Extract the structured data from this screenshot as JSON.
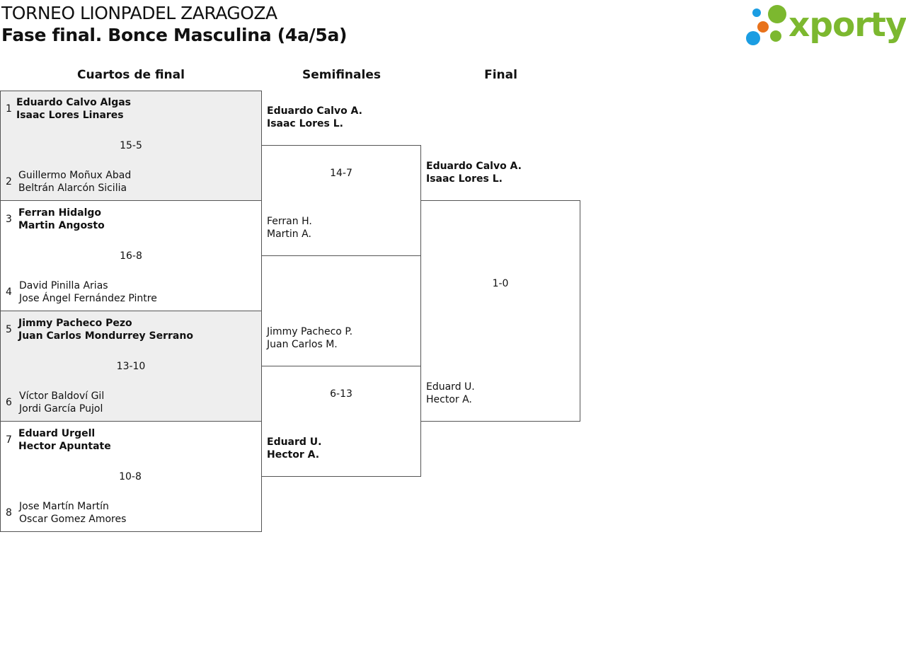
{
  "header": {
    "title": "TORNEO LIONPADEL ZARAGOZA",
    "subtitle": "Fase final. Bonce Masculina (4a/5a)"
  },
  "logo": {
    "text": "xporty",
    "colors": {
      "text": "#7cb82f",
      "dot_green": "#7cb82f",
      "dot_blue": "#1b9de2",
      "dot_orange": "#e8721c"
    }
  },
  "rounds": {
    "quarterfinals": "Cuartos de final",
    "semifinals": "Semifinales",
    "final": "Final"
  },
  "quarterfinals": [
    {
      "score": "15-5",
      "top": {
        "seed": "1",
        "players": [
          "Eduardo Calvo Algas",
          "Isaac Lores Linares"
        ]
      },
      "bottom": {
        "seed": "2",
        "players": [
          "Guillermo Moñux Abad",
          "Beltrán Alarcón Sicilia"
        ]
      }
    },
    {
      "score": "16-8",
      "top": {
        "seed": "3",
        "players": [
          "Ferran Hidalgo",
          "Martin Angosto"
        ]
      },
      "bottom": {
        "seed": "4",
        "players": [
          "David Pinilla Arias",
          "Jose Ángel Fernández Pintre"
        ]
      }
    },
    {
      "score": "13-10",
      "top": {
        "seed": "5",
        "players": [
          "Jimmy Pacheco Pezo",
          "Juan Carlos Mondurrey Serrano"
        ]
      },
      "bottom": {
        "seed": "6",
        "players": [
          "Víctor Baldoví Gil",
          "Jordi García Pujol"
        ]
      }
    },
    {
      "score": "10-8",
      "top": {
        "seed": "7",
        "players": [
          "Eduard Urgell",
          "Hector Apuntate"
        ]
      },
      "bottom": {
        "seed": "8",
        "players": [
          "Jose Martín Martín",
          "Oscar Gomez Amores"
        ]
      }
    }
  ],
  "semifinals": [
    {
      "score": "14-7",
      "top": {
        "players": [
          "Eduardo Calvo A.",
          "Isaac Lores L."
        ]
      },
      "bottom": {
        "players": [
          "Ferran H.",
          "Martin A."
        ]
      }
    },
    {
      "score": "6-13",
      "top": {
        "players": [
          "Jimmy Pacheco P.",
          "Juan Carlos M."
        ]
      },
      "bottom": {
        "players": [
          "Eduard U.",
          "Hector A."
        ]
      }
    }
  ],
  "final": {
    "score": "1-0",
    "top": {
      "players": [
        "Eduardo Calvo A.",
        "Isaac Lores L."
      ]
    },
    "bottom": {
      "players": [
        "Eduard U.",
        "Hector A."
      ]
    }
  },
  "colors": {
    "shaded": "#eeeeee",
    "border": "#555555"
  }
}
